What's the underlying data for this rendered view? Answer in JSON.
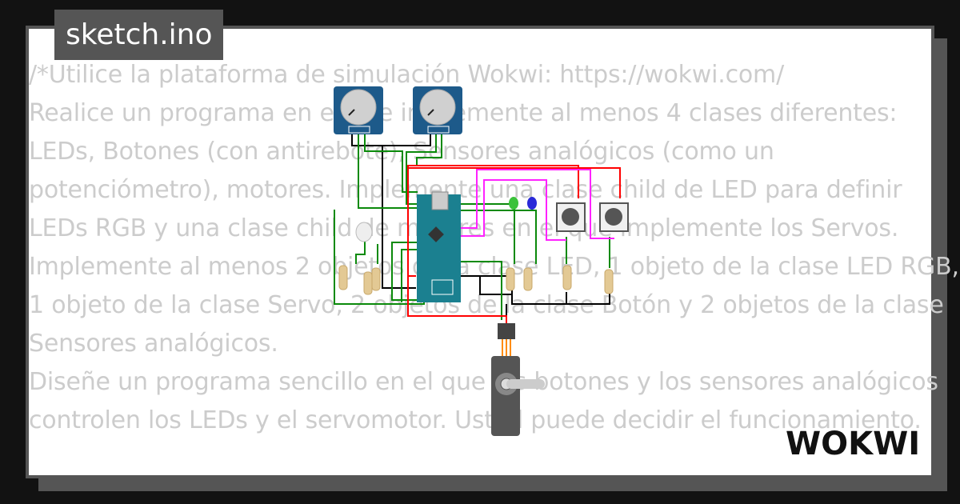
{
  "file": {
    "title": "sketch.ino"
  },
  "code_lines": [
    "/*Utilice la plataforma de simulación Wokwi: https://wokwi.com/",
    "Realice un programa en el que implemente al menos 4 clases diferentes:",
    "LEDs, Botones (con antirebote), Sensores analógicos (como un",
    "potenciómetro), motores. Implemente una clase child de LED para definir",
    "LEDs RGB y una clase child de motores en el que implemente los Servos.",
    "Implemente al menos 2 objetos de la clase LED, 1 objeto de la clase LED RGB,",
    "1 objeto de la clase Servo, 2 objetos de la clase Botón y 2 objetos de la clase",
    "Sensores analógicos.",
    "Diseñe un programa sencillo en el que los botones y los sensores analógicos",
    "controlen los LEDs y el servomotor. Usted puede decidir el funcionamiento."
  ],
  "circuit": {
    "components": [
      "potentiometer-1",
      "potentiometer-2",
      "arduino-nano",
      "rgb-led",
      "led-green",
      "led-blue",
      "pushbutton-1",
      "pushbutton-2",
      "resistor-x7",
      "servo-motor"
    ],
    "wire_colors": {
      "green": "#0a8a0a",
      "black": "#000000",
      "red": "#ff0000",
      "magenta": "#ff22ff",
      "orange": "#ff8c00"
    }
  },
  "brand": {
    "logo": "WOKWI"
  },
  "colors": {
    "background": "#121212",
    "frame": "#555555",
    "card": "#ffffff",
    "code_text": "#cccccc"
  }
}
